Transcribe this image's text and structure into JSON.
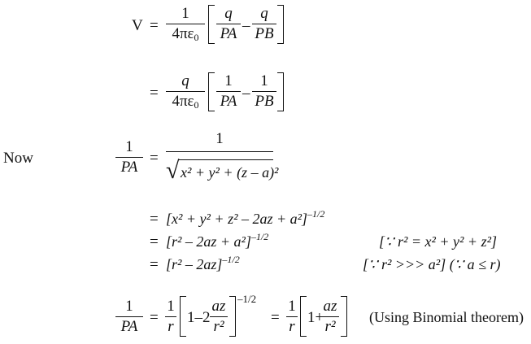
{
  "eq1": {
    "lhs": "V",
    "equals": "=",
    "coef_num": "1",
    "coef_den": "4πε",
    "coef_den_sub": "0",
    "term1_num": "q",
    "term1_den": "PA",
    "minus": "–",
    "term2_num": "q",
    "term2_den": "PB"
  },
  "eq2": {
    "equals": "=",
    "coef_num": "q",
    "coef_den": "4πε",
    "coef_den_sub": "0",
    "term1_num": "1",
    "term1_den": "PA",
    "minus": "–",
    "term2_num": "1",
    "term2_den": "PB"
  },
  "eq3": {
    "prefix": "Now",
    "lhs_num": "1",
    "lhs_den": "PA",
    "equals": "=",
    "rhs_num": "1",
    "radical": "√",
    "radicand": "x² + y² + (z – a)²"
  },
  "eq4": {
    "equals": "=",
    "expr": "[x² + y² + z² – 2az + a²]",
    "exponent": "–1/2"
  },
  "eq5": {
    "equals": "=",
    "expr": "[r² – 2az + a²]",
    "exponent": "–1/2",
    "note": "[∵   r² = x² + y² + z²]"
  },
  "eq6": {
    "equals": "=",
    "expr": "[r² – 2az]",
    "exponent": "–1/2",
    "note": "[∵   r² >>> a²]   (∵ a ≤ r)"
  },
  "eq7": {
    "lhs_num": "1",
    "lhs_den": "PA",
    "equals1": "=",
    "f1_num": "1",
    "f1_den": "r",
    "inner1_prefix": "1–2",
    "inner1_num": "az",
    "inner1_den": "r²",
    "exponent": "–1/2",
    "equals2": "=",
    "f2_num": "1",
    "f2_den": "r",
    "inner2_prefix": "1+",
    "inner2_num": "az",
    "inner2_den": "r²",
    "note": "(Using Binomial theorem)"
  }
}
